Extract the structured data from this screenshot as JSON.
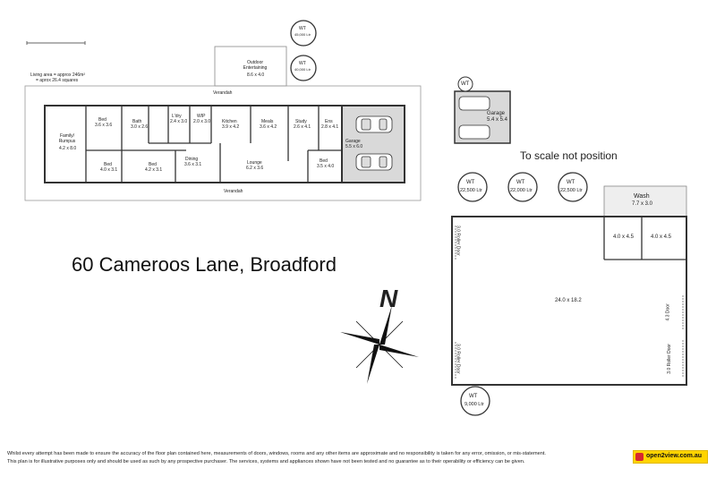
{
  "address": "60 Cameroos Lane, Broadford",
  "scale_note": "To scale not position",
  "living_area": {
    "line1": "Living area = approx 246m²",
    "line2": "= aprox 26.4 squares"
  },
  "house": {
    "verandah_top": "Verandah",
    "verandah_bottom": "Verandah",
    "outdoor": {
      "name": "Outdoor Entertaining",
      "size": "8.6 x 4.0"
    },
    "rooms": [
      {
        "name": "Family/ Rumpus",
        "size": "4.2 x 8.0"
      },
      {
        "name": "Bed",
        "size": "3.6 x 3.6"
      },
      {
        "name": "Bath",
        "size": "3.0 x 2.6"
      },
      {
        "name": "L'dry",
        "size": "2.4 x 3.0"
      },
      {
        "name": "WIP",
        "size": "2.0 x 3.0"
      },
      {
        "name": "Kitchen",
        "size": "3.9 x 4.2"
      },
      {
        "name": "Meals",
        "size": "3.6 x 4.2"
      },
      {
        "name": "Study",
        "size": "2.6 x 4.1"
      },
      {
        "name": "Ens",
        "size": "2.8 x 4.1"
      },
      {
        "name": "Bed",
        "size": "4.0 x 3.1"
      },
      {
        "name": "Bed",
        "size": "4.2 x 3.1"
      },
      {
        "name": "Dining",
        "size": "3.6 x 3.1"
      },
      {
        "name": "Lounge",
        "size": "6.2 x 3.6"
      },
      {
        "name": "Bed",
        "size": "3.5 x 4.0"
      },
      {
        "name": "Garage",
        "size": "5.5 x 6.0"
      }
    ]
  },
  "tanks": [
    {
      "label": "WT",
      "size": "45,000 Ltr"
    },
    {
      "label": "WT",
      "size": "40,000 Ltr"
    },
    {
      "label": "WT",
      "size": "22,500 Ltr"
    },
    {
      "label": "WT",
      "size": "22,000 Ltr"
    },
    {
      "label": "WT",
      "size": "22,500 Ltr"
    },
    {
      "label": "WT",
      "size": "9,000 Ltr"
    }
  ],
  "detached_garage": {
    "wt_label": "WT",
    "name": "Garage",
    "size": "5.4 x 5.4"
  },
  "shed": {
    "wash": {
      "name": "Wash",
      "size": "7.7 x 3.0"
    },
    "bay1": "4.0 x 4.5",
    "bay2": "4.0 x 4.5",
    "main": "24.0 x 18.2",
    "door_left_top": "3.0 Roller Door",
    "door_left_bottom": "3.0 Roller Door",
    "door_right_top": "4.3 Door",
    "door_right_bottom": "3.0 Roller Door"
  },
  "compass": "N",
  "disclaimer_line1": "Whilst every attempt has been made to ensure the accuracy of the floor plan contained here, measurements of doors, windows, rooms and any other items are approximate and no responsibility is taken for any error, omission, or mis-statement.",
  "disclaimer_line2": "This plan is for illustrative purposes only and should be used as such by any prospective purchaser. The services, systems and appliances shown have not been tested and no guarantee as to their operability or efficiency can be given.",
  "logo_text": "open2view.com.au",
  "colors": {
    "wall": "#3a3a3a",
    "fill": "#ffffff",
    "garage_fill": "#d9d9d9",
    "logo_yellow": "#ffd400",
    "logo_red": "#d7282f"
  }
}
